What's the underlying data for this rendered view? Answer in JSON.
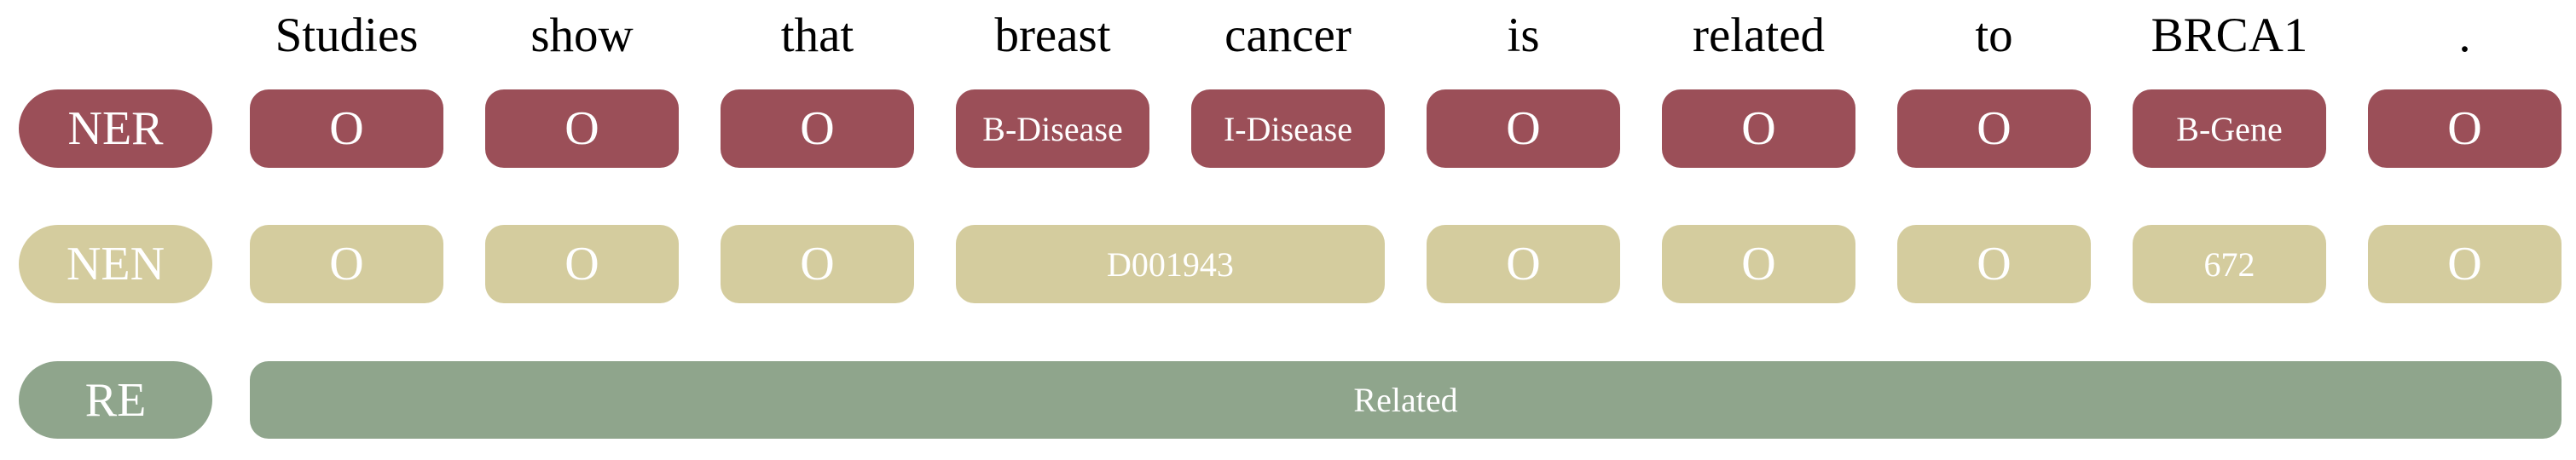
{
  "colors": {
    "background": "#ffffff",
    "ner": "#9b4f58",
    "nen": "#d4cc9e",
    "re": "#8fa58c",
    "pill_text": "#ffffff",
    "word_text": "#000000"
  },
  "figure": {
    "words": [
      "Studies",
      "show",
      "that",
      "breast",
      "cancer",
      "is",
      "related",
      "to",
      "BRCA1",
      "."
    ],
    "rows": [
      {
        "name": "ner",
        "label": "NER",
        "color": "#9b4f58",
        "cells": [
          {
            "text": "O",
            "start": 0,
            "end": 0
          },
          {
            "text": "O",
            "start": 1,
            "end": 1
          },
          {
            "text": "O",
            "start": 2,
            "end": 2
          },
          {
            "text": "B-Disease",
            "start": 3,
            "end": 3
          },
          {
            "text": "I-Disease",
            "start": 4,
            "end": 4
          },
          {
            "text": "O",
            "start": 5,
            "end": 5
          },
          {
            "text": "O",
            "start": 6,
            "end": 6
          },
          {
            "text": "O",
            "start": 7,
            "end": 7
          },
          {
            "text": "B-Gene",
            "start": 8,
            "end": 8
          },
          {
            "text": "O",
            "start": 9,
            "end": 9
          }
        ]
      },
      {
        "name": "nen",
        "label": "NEN",
        "color": "#d4cc9e",
        "cells": [
          {
            "text": "O",
            "start": 0,
            "end": 0
          },
          {
            "text": "O",
            "start": 1,
            "end": 1
          },
          {
            "text": "O",
            "start": 2,
            "end": 2
          },
          {
            "text": "D001943",
            "start": 3,
            "end": 4
          },
          {
            "text": "O",
            "start": 5,
            "end": 5
          },
          {
            "text": "O",
            "start": 6,
            "end": 6
          },
          {
            "text": "O",
            "start": 7,
            "end": 7
          },
          {
            "text": "672",
            "start": 8,
            "end": 8
          },
          {
            "text": "O",
            "start": 9,
            "end": 9
          }
        ]
      },
      {
        "name": "re",
        "label": "RE",
        "color": "#8fa58c",
        "cells": [
          {
            "text": "Related",
            "start": 0,
            "end": 9
          }
        ]
      }
    ]
  }
}
